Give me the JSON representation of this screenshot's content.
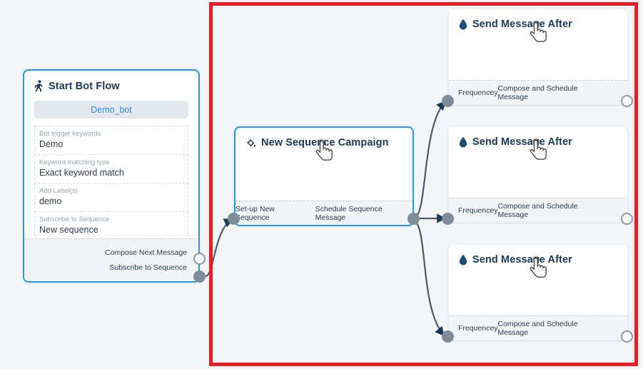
{
  "canvas": {
    "background_color": "#f4f5f7",
    "annotation": {
      "name": "red-highlight-rectangle",
      "color": "#ec1c24"
    }
  },
  "nodes": {
    "start_bot_flow": {
      "title": "Start Bot Flow",
      "icon": "running-person-icon",
      "bot_name": "Demo_bot",
      "fields": [
        {
          "label": "Bot trigger keywords",
          "value": "Demo"
        },
        {
          "label": "Keyword matching type",
          "value": "Exact keyword match"
        },
        {
          "label": "Add Label(s)",
          "value": "demo"
        },
        {
          "label": "Subscribe to Sequence",
          "value": "New sequence"
        }
      ],
      "outputs": [
        {
          "label": "Compose Next Message",
          "port": "hollow"
        },
        {
          "label": "Subscribe to Sequence",
          "port": "filled"
        }
      ]
    },
    "sequence_campaign": {
      "title": "New Sequence Campaign",
      "icon": "paint-pot-icon",
      "body_icon": "hand-cursor-icon",
      "input_label": "Set-up New Sequence",
      "output_label": "Schedule Sequence Message"
    },
    "send_message_cards": [
      {
        "title": "Send Message After",
        "icon": "water-drop-icon",
        "body_icon": "hand-cursor-icon",
        "input_label": "Frequencey",
        "output_label": "Compose and Schedule Message"
      },
      {
        "title": "Send Message After",
        "icon": "water-drop-icon",
        "body_icon": "hand-cursor-icon",
        "input_label": "Frequencey",
        "output_label": "Compose and Schedule Message"
      },
      {
        "title": "Send Message After",
        "icon": "water-drop-icon",
        "body_icon": "hand-cursor-icon",
        "input_label": "Frequencey",
        "output_label": "Compose and Schedule Message"
      }
    ]
  },
  "colors": {
    "accent_blue": "#1e9bf0",
    "header_text": "#1b3a57",
    "connector": "#4a5a6b",
    "port_filled": "#7e8b99",
    "annotation_red": "#ec1c24"
  }
}
